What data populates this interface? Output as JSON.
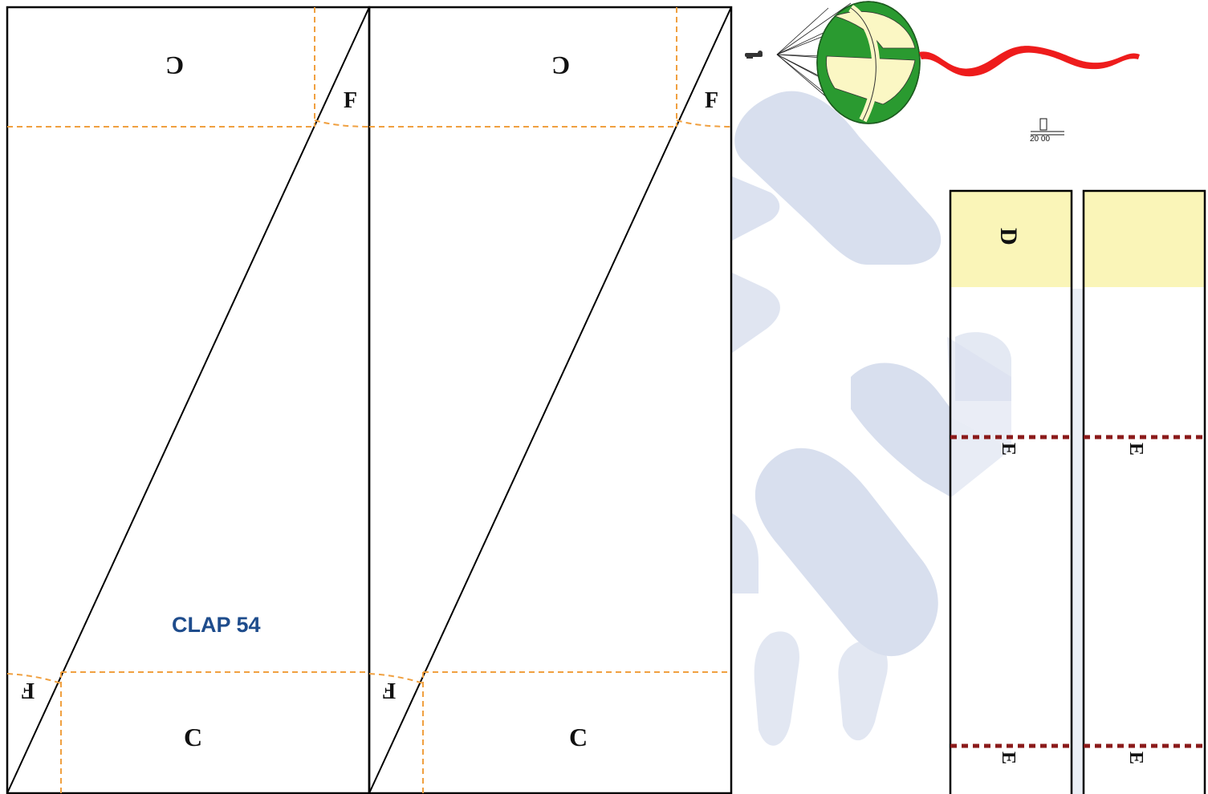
{
  "title": "CLAP 54",
  "panel_labels": {
    "top_c": "C",
    "top_f": "F",
    "bottom_c": "C",
    "bottom_f": "F"
  },
  "strip_labels": {
    "d": "D",
    "e": "E"
  },
  "scale_text": "20 00",
  "colors": {
    "title": "#1e4c8c",
    "fold_line": "#f0a040",
    "strip_fold": "#8b1a1a",
    "strip_fill": "#faf5b8",
    "watermark": "#d8dfee",
    "canopy_green": "#2a9a30",
    "canopy_cream": "#fbf7c4",
    "ribbon": "#ee1c1c"
  },
  "icons": [
    "parachute-canopy-icon",
    "paratrooper-figure-icon",
    "streamer-ribbon-icon",
    "scale-mark-icon",
    "watermark-logo-icon"
  ]
}
